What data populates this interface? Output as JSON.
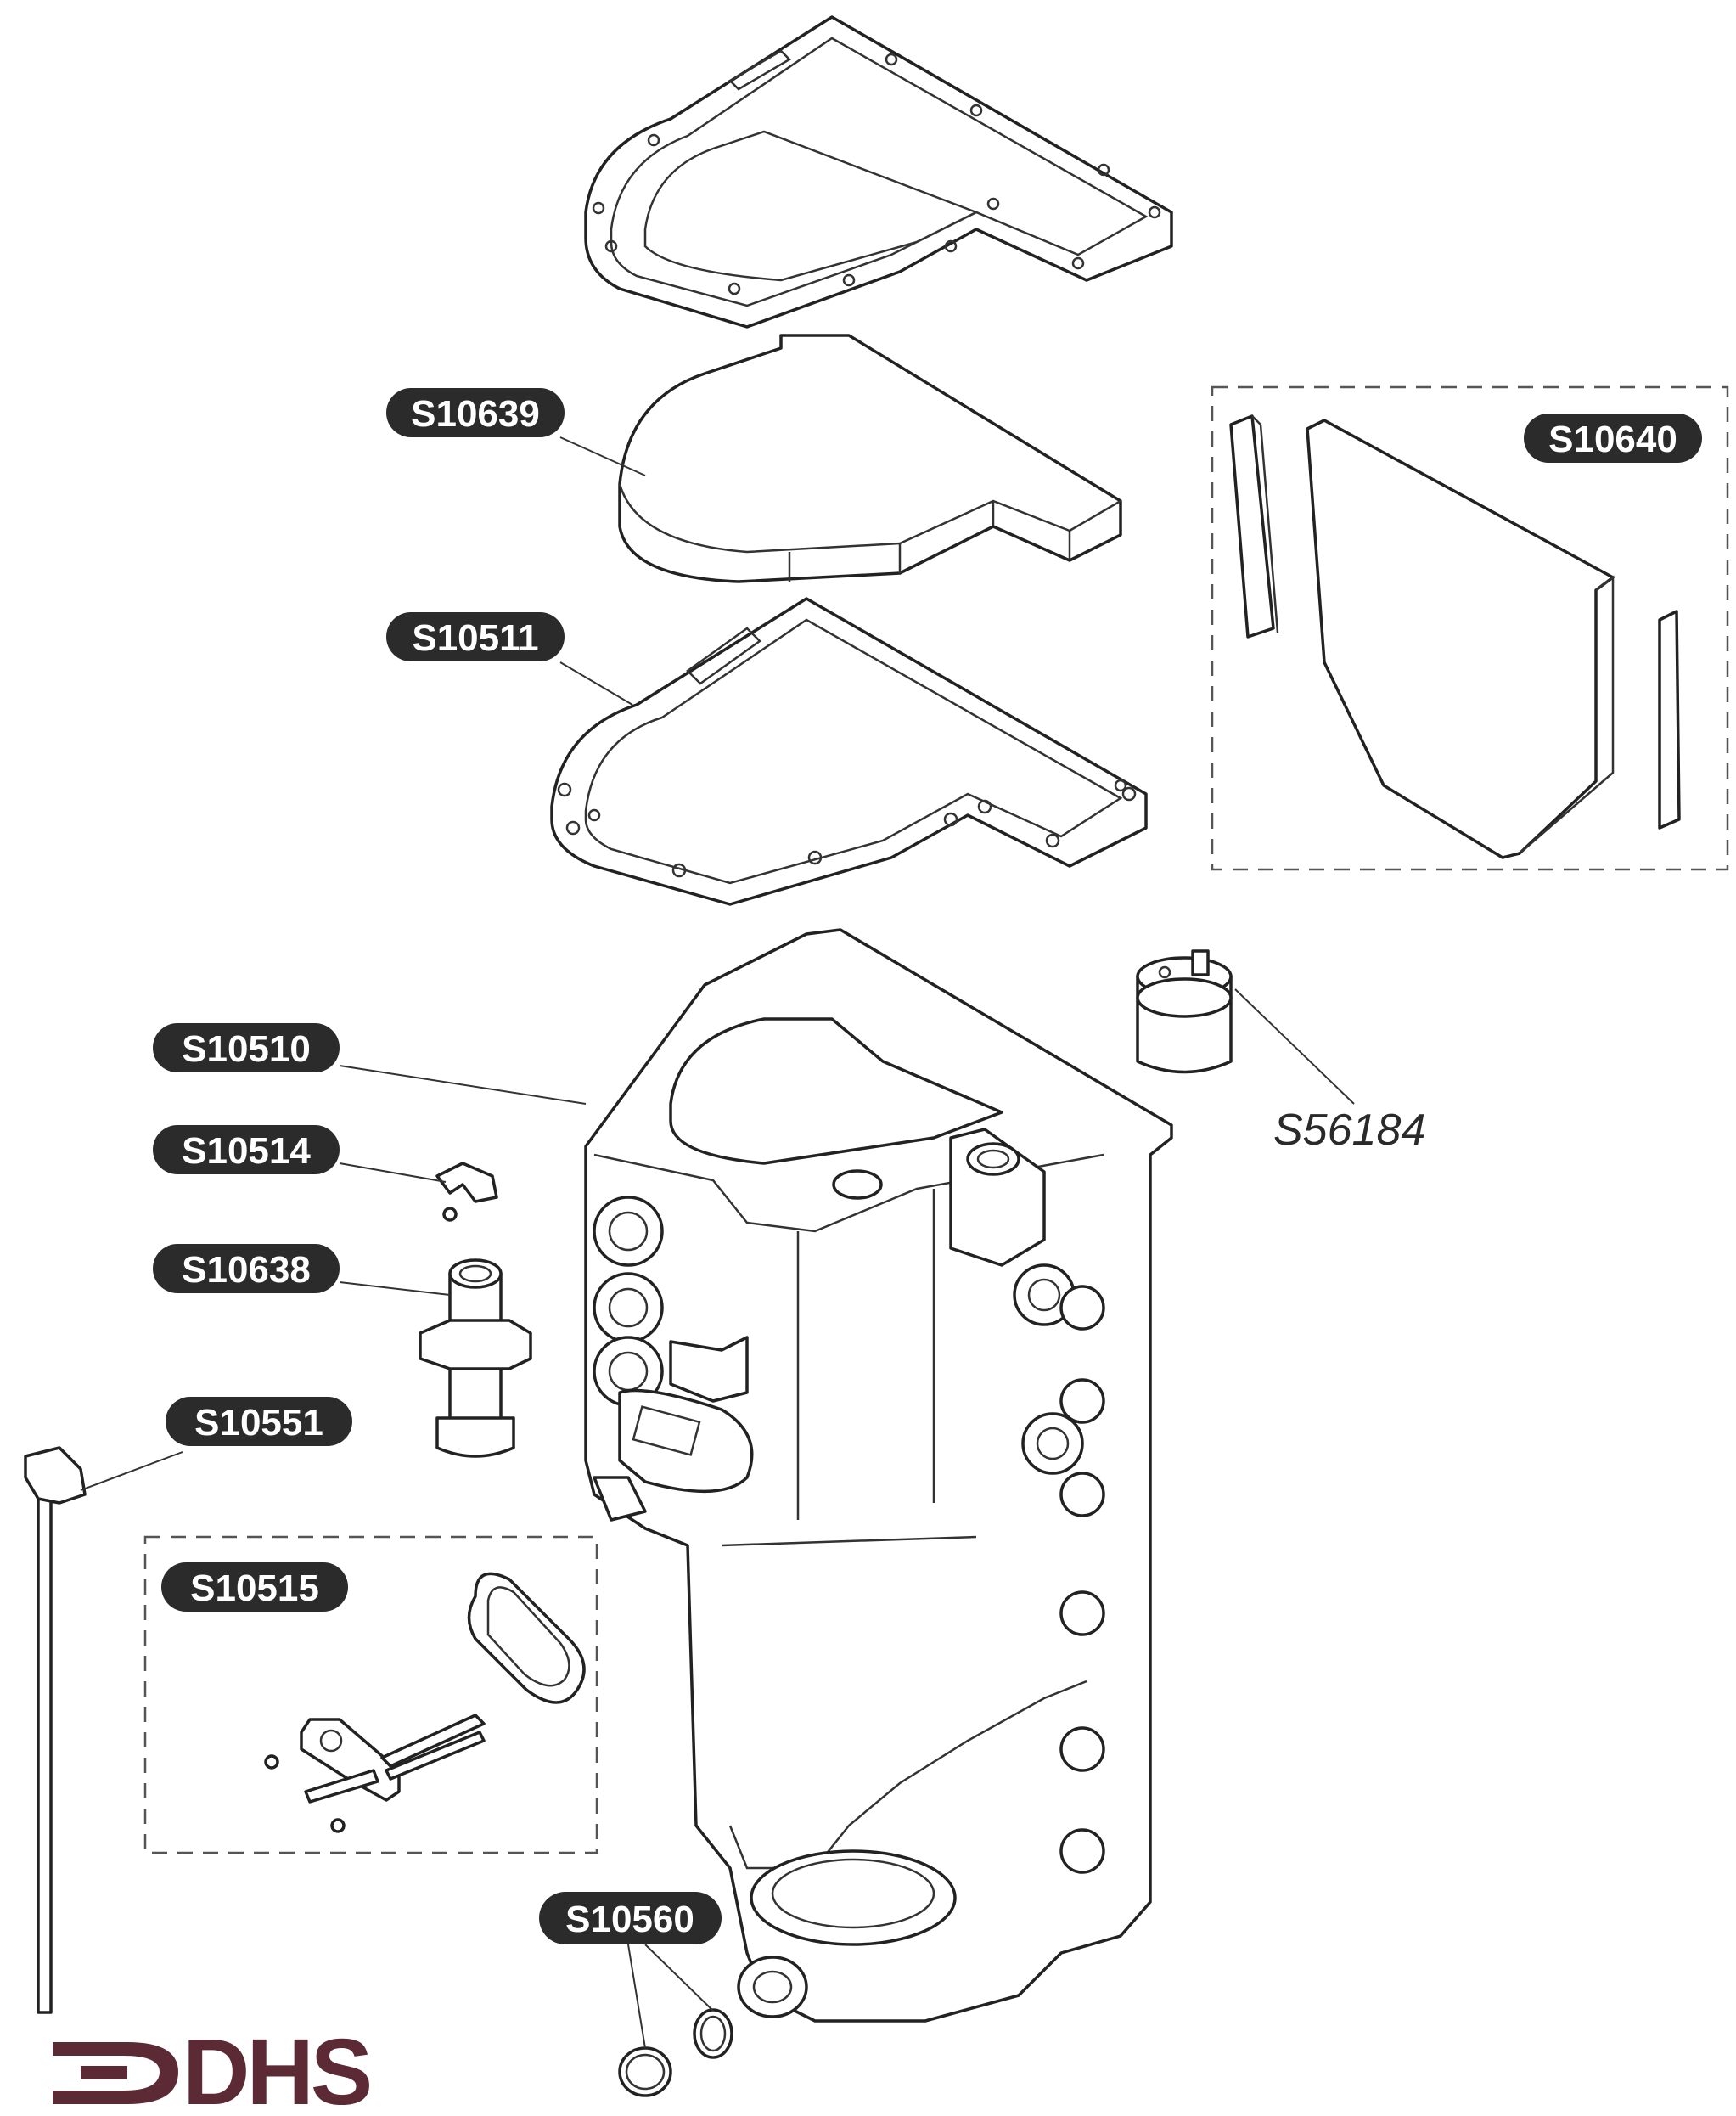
{
  "diagram": {
    "part_labels": [
      {
        "id": "S10639"
      },
      {
        "id": "S10511"
      },
      {
        "id": "S10640"
      },
      {
        "id": "S10510"
      },
      {
        "id": "S10514"
      },
      {
        "id": "S10638"
      },
      {
        "id": "S10551"
      },
      {
        "id": "S10515"
      },
      {
        "id": "S10560"
      }
    ],
    "unboxed_label": "S56184",
    "logo": {
      "text": "DHS",
      "color": "#5c2a34"
    },
    "colors": {
      "pill": "#2b2b2b",
      "line": "#222222",
      "background": "#ffffff"
    }
  }
}
